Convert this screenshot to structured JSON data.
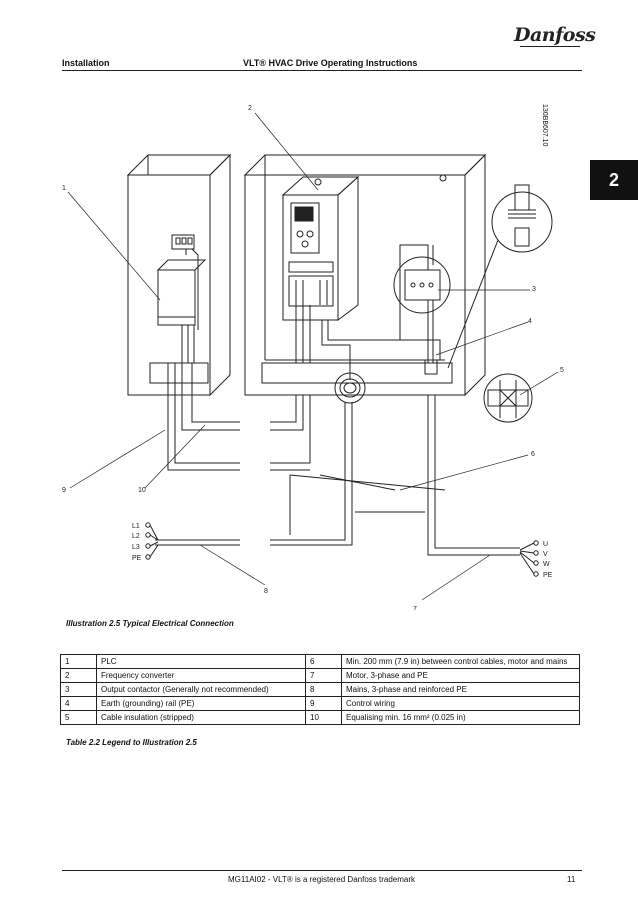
{
  "header": {
    "section": "Installation",
    "title": "VLT® HVAC Drive Operating Instructions",
    "brand": "Danfoss"
  },
  "chapter_tab": "2",
  "image_id": "130BB607.10",
  "diagram": {
    "callouts": [
      "1",
      "2",
      "3",
      "4",
      "5",
      "6",
      "7",
      "8",
      "9",
      "10"
    ],
    "mains_terminals": [
      "L1",
      "L2",
      "L3",
      "PE"
    ],
    "motor_terminals": [
      "U",
      "V",
      "W",
      "PE"
    ]
  },
  "caption": "Illustration 2.5 Typical Electrical Connection",
  "legend": [
    {
      "n": "1",
      "desc": "PLC",
      "n2": "6",
      "desc2": "Min. 200 mm (7.9 in) between control cables, motor and mains"
    },
    {
      "n": "2",
      "desc": "Frequency converter",
      "n2": "7",
      "desc2": "Motor, 3-phase and PE"
    },
    {
      "n": "3",
      "desc": "Output contactor (Generally not recommended)",
      "n2": "8",
      "desc2": "Mains, 3-phase and reinforced PE"
    },
    {
      "n": "4",
      "desc": "Earth (grounding) rail (PE)",
      "n2": "9",
      "desc2": "Control wiring"
    },
    {
      "n": "5",
      "desc": "Cable insulation (stripped)",
      "n2": "10",
      "desc2": "Equalising min. 16 mm² (0.025 in)"
    }
  ],
  "table_caption": "Table 2.2 Legend to Illustration 2.5",
  "footer": {
    "doc": "MG11AI02 - VLT® is a registered Danfoss trademark",
    "page": "11"
  }
}
